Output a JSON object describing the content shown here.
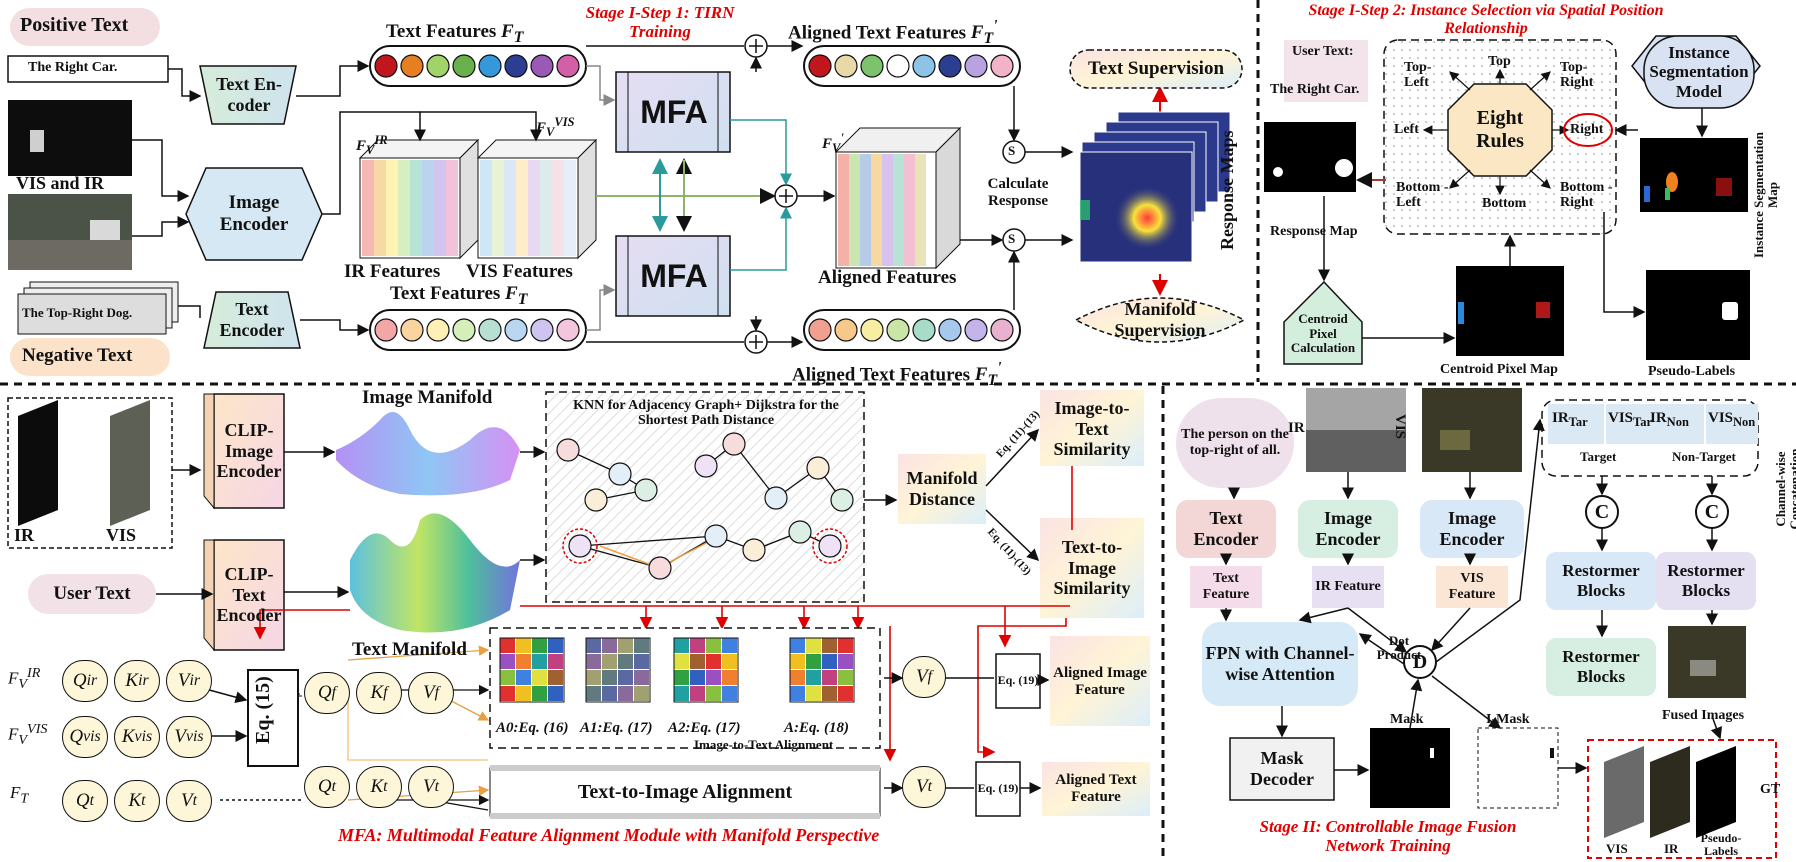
{
  "top_left": {
    "positive_text": "Positive Text",
    "right_car": "The Right Car.",
    "vis_and_ir": "VIS and IR",
    "top_right_dog": "The Top-Right Dog.",
    "negative_text": "Negative Text",
    "text_encoder_1": "Text En-coder",
    "image_encoder": "Image Encoder",
    "text_encoder_2": "Text Encoder",
    "text_features_ft_1": "Text Features",
    "text_features_ft_2": "Text Features",
    "stage1_step1": "Stage I-Step 1: TIRN Training",
    "aligned_text_features_1": "Aligned Text Features",
    "aligned_text_features_2": "Aligned Text Features",
    "mfa_1": "MFA",
    "mfa_2": "MFA",
    "ir_features": "IR Features",
    "vis_features": "VIS Features",
    "aligned_features": "Aligned Features",
    "calculate_response": "Calculate Response",
    "text_supervision": "Text Supervision",
    "manifold_supervision": "Manifold Supervision",
    "response_maps": "Response Maps",
    "s_symbol": "S"
  },
  "top_right": {
    "stage1_step2": "Stage I-Step 2: Instance Selection via Spatial Position Relationship",
    "user_text_label": "User Text:",
    "user_text_value": "The Right Car.",
    "response_map": "Response Map",
    "eight_rules": "Eight Rules",
    "top_left": "Top-Left",
    "top": "Top",
    "top_right": "Top-Right",
    "left": "Left",
    "right": "Right",
    "bottom_left": "Bottom -Left",
    "bottom": "Bottom",
    "bottom_right": "Bottom -Right",
    "instance_segmentation_model": "Instance Segmentation Model",
    "instance_segmentation_map": "Instance Segmentation Map",
    "centroid_pixel_calculation": "Centroid Pixel Calculation",
    "centroid_pixel_map": "Centroid Pixel Map",
    "pseudo_labels": "Pseudo-Labels"
  },
  "bottom_left": {
    "ir": "IR",
    "vis": "VIS",
    "clip_image_encoder": "CLIP-Image Encoder",
    "clip_text_encoder": "CLIP-Text Encoder",
    "user_text": "User Text",
    "image_manifold": "Image Manifold",
    "text_manifold": "Text Manifold",
    "knn_title": "KNN for Adjacency Graph+ Dijkstra for the Shortest Path Distance",
    "manifold_distance": "Manifold Distance",
    "image_to_text_similarity": "Image-to-Text Similarity",
    "text_to_image_similarity": "Text-to-Image Similarity",
    "eq_11_13_a": "Eq. (11)-(13)",
    "eq_11_13_b": "Eq. (11)-(13)",
    "eq_15": "Eq. (15)",
    "q_ir": "Q",
    "k_ir": "K",
    "v_ir": "V",
    "q_vis": "Q",
    "k_vis": "K",
    "v_vis": "V",
    "q_t": "Q",
    "k_t": "K",
    "v_t": "V",
    "q_f": "Q",
    "k_f": "K",
    "v_f": "V",
    "q_t2": "Q",
    "k_t2": "K",
    "v_t2": "V",
    "sub_ir": "ir",
    "sub_vis": "vis",
    "sub_t": "t",
    "sub_f": "f",
    "f_v_ir": "F",
    "f_v_vis": "F",
    "f_t": "F",
    "a0": "A0:Eq. (16)",
    "a1": "A1:Eq. (17)",
    "a2": "A2:Eq. (17)",
    "a": "A:Eq. (18)",
    "image_to_text_alignment": "Image-to-Text Alignment",
    "text_to_image_alignment": "Text-to-Image Alignment",
    "v_f_out": "V",
    "v_t_out": "V",
    "eq_19_a": "Eq. (19)",
    "eq_19_b": "Eq. (19)",
    "aligned_image_feature": "Aligned Image Feature",
    "aligned_text_feature": "Aligned Text Feature",
    "mfa_caption": "MFA: Multimodal Feature Alignment Module with Manifold Perspective"
  },
  "bottom_right": {
    "person_text": "The person on the top-right of all.",
    "ir": "IR",
    "vis": "VIS",
    "text_encoder": "Text Encoder",
    "image_encoder_1": "Image Encoder",
    "image_encoder_2": "Image Encoder",
    "text_feature": "Text Feature",
    "ir_feature": "IR Feature",
    "vis_feature": "VIS Feature",
    "fpn": "FPN with Channel-wise Attention",
    "dot_product": "Dot Product",
    "d_symbol": "D",
    "mask_decoder": "Mask Decoder",
    "mask": "Mask",
    "i_mask": "I-Mask",
    "ir_tar": "IR",
    "vis_tar": "VIS",
    "ir_non": "IR",
    "vis_non": "VIS",
    "sub_tar": "Tar",
    "sub_non": "Non",
    "target": "Target",
    "non_target": "Non-Target",
    "c_symbol": "C",
    "channel_wise_concat": "Channel-wise Concatenation",
    "restormer_1": "Restormer Blocks",
    "restormer_2": "Restormer Blocks",
    "restormer_3": "Restormer Blocks",
    "fused_images": "Fused Images",
    "gt": "GT",
    "gt_vis": "VIS",
    "gt_ir": "IR",
    "gt_pseudo": "Pseudo-Labels",
    "stage2": "Stage II: Controllable Image Fusion Network Training"
  },
  "colors": {
    "accent_red": "#e00000",
    "mfa_fill": "#d8d4f0",
    "encoder_fill": "#cfe7de",
    "positive_fill": "#f2dede",
    "negative_fill": "#fce8cc"
  },
  "feature_dot_colors_1": [
    "#c0161c",
    "#e67e22",
    "#a0d468",
    "#6ab04c",
    "#3498db",
    "#2c3e91",
    "#9b59b6",
    "#d35fa8"
  ],
  "feature_dot_colors_2": [
    "#f3a6a6",
    "#f9d4a0",
    "#fff1b5",
    "#d5efb8",
    "#b8e0d2",
    "#b9d7f0",
    "#cfc3ef",
    "#f3c6dd"
  ],
  "feature_dot_colors_3": [
    "#c0161c",
    "#e8d9a8",
    "#7cc36b",
    "#ffffff",
    "#8ec3e8",
    "#2c3e91",
    "#b9a2e0",
    "#f2b3c8"
  ],
  "feature_dot_colors_4": [
    "#f1a08f",
    "#f6c88a",
    "#f7eea2",
    "#c9e6a7",
    "#a6dcc8",
    "#a6c8ec",
    "#c4b4ea",
    "#e8b1d0"
  ]
}
